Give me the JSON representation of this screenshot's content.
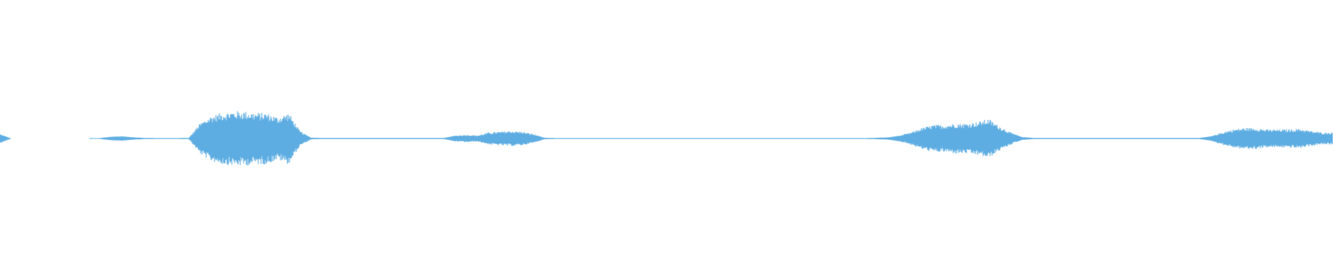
{
  "waveform": {
    "color": "#5dade2",
    "background": "#ffffff",
    "amplitude_envelope": [
      0.03,
      0.0,
      0,
      0,
      0,
      0,
      0,
      0,
      0,
      0.003,
      0.012,
      0.015,
      0.008,
      0.004,
      0.003,
      0.003,
      0.003,
      0.004,
      0.1,
      0.15,
      0.17,
      0.18,
      0.18,
      0.17,
      0.17,
      0.14,
      0.17,
      0.05,
      0.005,
      0.004,
      0.004,
      0.004,
      0.004,
      0.004,
      0.004,
      0.004,
      0.004,
      0.004,
      0.004,
      0.004,
      0.004,
      0.02,
      0.025,
      0.02,
      0.04,
      0.045,
      0.05,
      0.045,
      0.03,
      0.005,
      0.003,
      0.003,
      0.003,
      0.003,
      0.003,
      0.003,
      0.003,
      0.003,
      0.003,
      0.003,
      0.003,
      0.003,
      0.003,
      0.003,
      0.003,
      0.003,
      0.003,
      0.003,
      0.003,
      0.003,
      0.003,
      0.003,
      0.003,
      0.003,
      0.003,
      0.003,
      0.003,
      0.003,
      0.003,
      0.005,
      0.008,
      0.02,
      0.04,
      0.07,
      0.09,
      0.09,
      0.1,
      0.1,
      0.11,
      0.13,
      0.08,
      0.04,
      0.01,
      0.004,
      0.004,
      0.004,
      0.004,
      0.004,
      0.004,
      0.004,
      0.004,
      0.004,
      0.004,
      0.004,
      0.004,
      0.004,
      0.004,
      0.004,
      0.004,
      0.015,
      0.04,
      0.06,
      0.07,
      0.07,
      0.06,
      0.06,
      0.06,
      0.065,
      0.05,
      0.04,
      0.04
    ]
  }
}
